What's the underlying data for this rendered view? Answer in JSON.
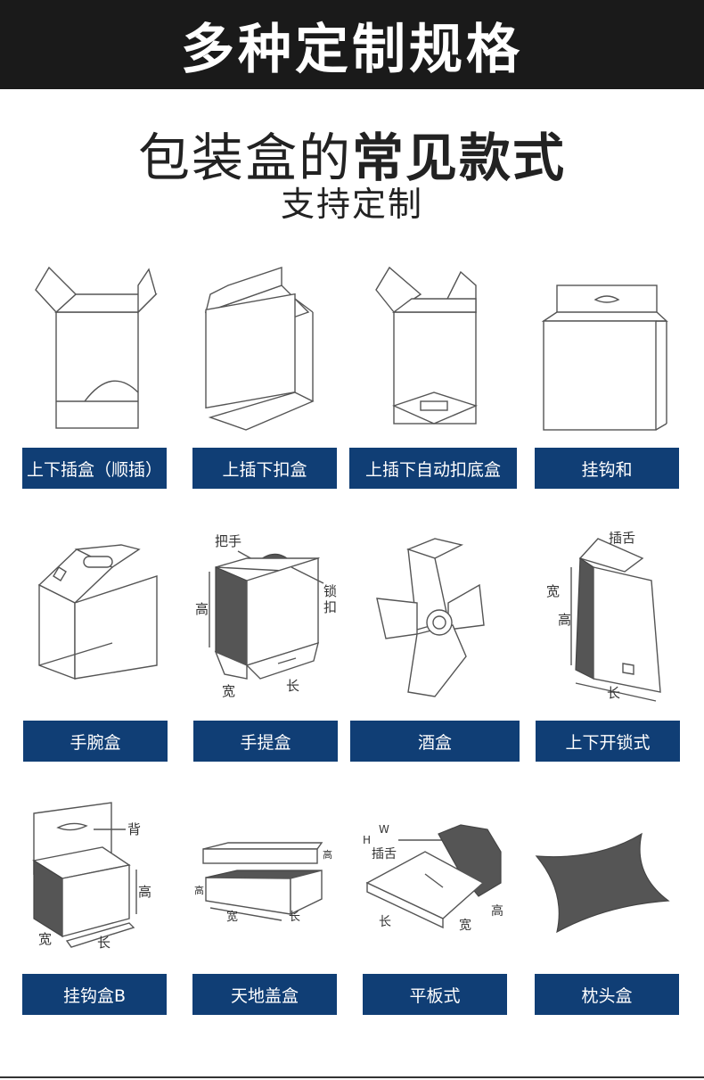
{
  "header": {
    "title": "多种定制规格"
  },
  "heading": {
    "regular": "包装盒的",
    "bold": "常见款式"
  },
  "subheading": "支持定制",
  "boxes": [
    {
      "label": "上下插盒（顺插）",
      "icon": "tuck-end-box-icon"
    },
    {
      "label": "上插下扣盒",
      "icon": "snap-lock-bottom-box-icon"
    },
    {
      "label": "上插下自动扣底盒",
      "icon": "auto-lock-bottom-box-icon"
    },
    {
      "label": "挂钩和",
      "icon": "hanger-box-icon"
    },
    {
      "label": "手腕盒",
      "icon": "handle-gable-box-icon"
    },
    {
      "label": "手提盒",
      "icon": "carry-box-icon"
    },
    {
      "label": "酒盒",
      "icon": "wine-box-icon"
    },
    {
      "label": "上下开锁式",
      "icon": "lock-box-icon"
    },
    {
      "label": "挂钩盒B",
      "icon": "hanger-box-b-icon"
    },
    {
      "label": "天地盖盒",
      "icon": "lid-base-box-icon"
    },
    {
      "label": "平板式",
      "icon": "flat-box-icon"
    },
    {
      "label": "枕头盒",
      "icon": "pillow-box-icon"
    }
  ],
  "annotations": {
    "handle": "把手",
    "lock_top": "锁",
    "lock_bottom": "扣",
    "height": "高",
    "width": "宽",
    "length": "长",
    "tongue": "插舌",
    "back": "背",
    "w": "W",
    "h": "H"
  }
}
